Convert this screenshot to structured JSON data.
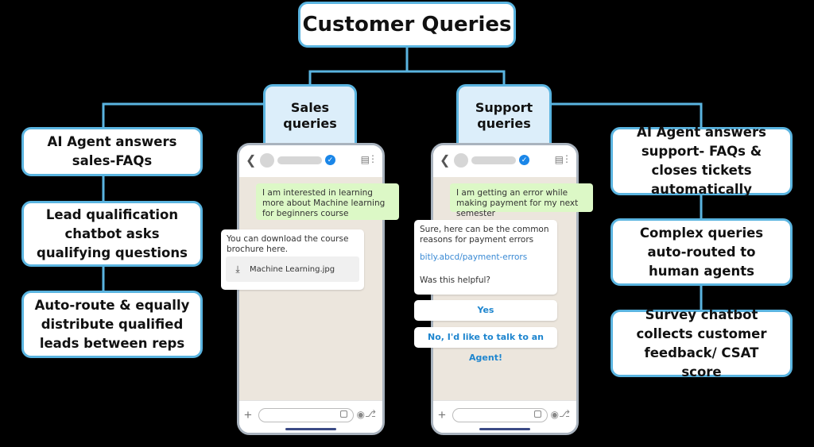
{
  "title": "Customer Queries",
  "sales": {
    "tab_line1": "Sales",
    "tab_line2": "queries",
    "steps": [
      "AI Agent answers sales-FAQs",
      "Lead qualification chatbot asks qualifying questions",
      "Auto-route & equally distribute qualified leads between reps"
    ],
    "chat": {
      "user_message": "I am interested in learning more about Machine learning for beginners course",
      "bot_message": "You can download the course brochure here.",
      "file_name": "Machine Learning.jpg"
    }
  },
  "support": {
    "tab_line1": "Support",
    "tab_line2": "queries",
    "steps": [
      "AI Agent answers support- FAQs & closes tickets automatically",
      "Complex queries auto-routed to human agents",
      "Survey chatbot collects customer feedback/ CSAT score"
    ],
    "chat": {
      "user_message": "I am getting an error while making payment for my next semester",
      "bot_message": "Sure, here can be the common reasons for payment errors",
      "link_text": "bitly.abcd/payment-errors",
      "question": "Was this helpful?",
      "button_yes": "Yes",
      "button_agent": "No, I'd like to talk to an Agent!"
    }
  },
  "icons": {
    "back": "chevron-left-icon",
    "verified": "verified-badge-icon",
    "store": "store-icon",
    "menu": "more-vertical-icon",
    "download": "download-icon",
    "plus": "plus-icon",
    "sticker": "sticker-icon",
    "camera": "camera-icon",
    "mic": "microphone-icon"
  },
  "colors": {
    "accent_border": "#5ab4e0",
    "tab_fill": "#dceefa",
    "background": "#000000",
    "chat_background": "#ece6dd",
    "user_bubble": "#dcf8c6",
    "button_text": "#1f86cf",
    "link_text": "#3a8ad4"
  }
}
